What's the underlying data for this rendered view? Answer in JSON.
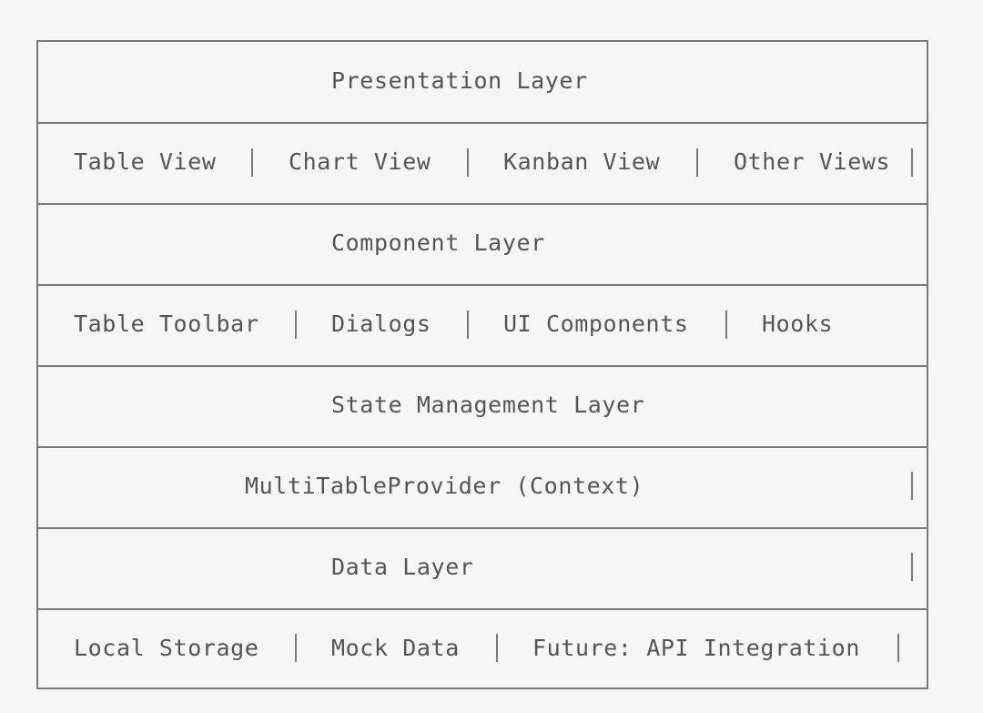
{
  "layers": [
    {
      "title": "Presentation Layer",
      "items": [
        "Table View",
        "Chart View",
        "Kanban View",
        "Other Views"
      ]
    },
    {
      "title": "Component Layer",
      "items": [
        "Table Toolbar",
        "Dialogs",
        "UI Components",
        "Hooks"
      ]
    },
    {
      "title": "State Management Layer",
      "items": [
        "MultiTableProvider (Context)"
      ]
    },
    {
      "title": "Data Layer",
      "items": [
        "Local Storage",
        "Mock Data",
        "Future: API Integration"
      ]
    }
  ],
  "colors": {
    "background": "#f6f6f6",
    "line": "#7a7a7a",
    "text": "#555555"
  }
}
